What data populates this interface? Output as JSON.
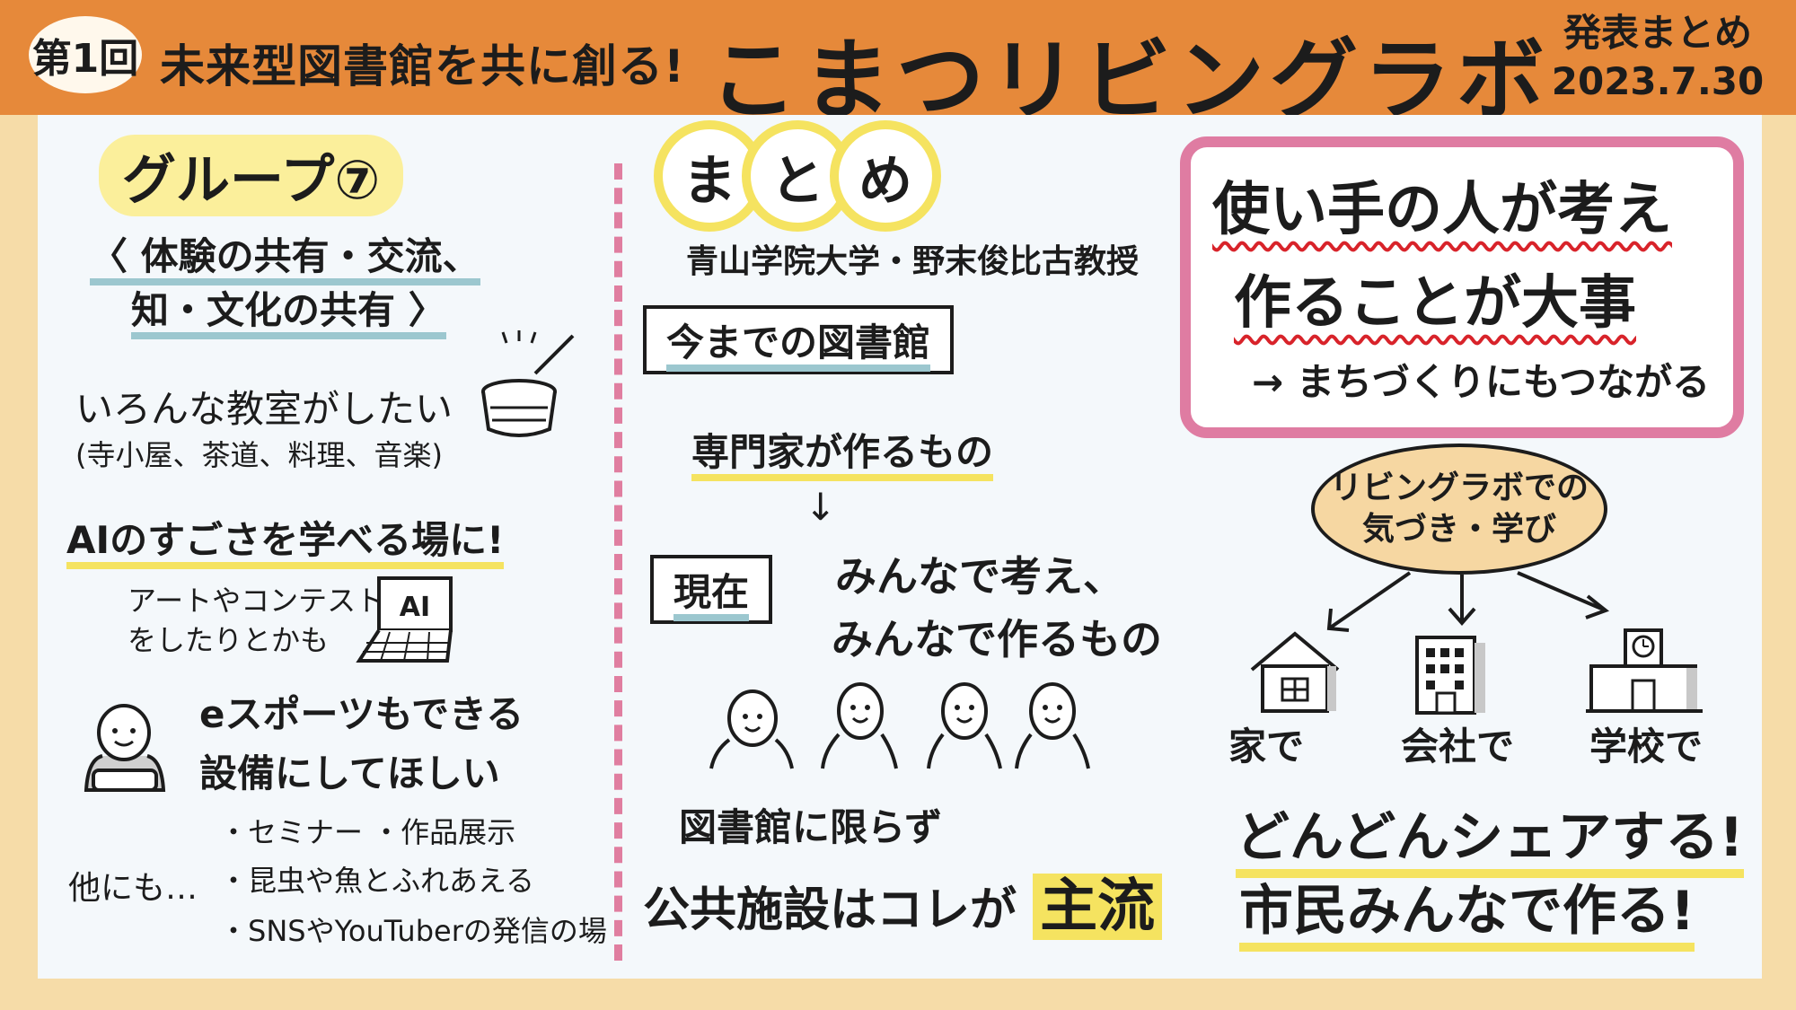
{
  "header": {
    "badge": "第1回",
    "subtitle": "未来型図書館を共に創る!",
    "title": "こまつリビングラボ",
    "summary_label": "発表まとめ",
    "date": "2023.7.30"
  },
  "group": {
    "title": "グループ⑦",
    "theme_line1": "〈 体験の共有・交流、",
    "theme_line2": "知・文化の共有 〉",
    "wish1_line1": "いろんな教室がしたい",
    "wish1_line2": "(寺小屋、茶道、料理、音楽)",
    "wish2_title": "AIのすごさを学べる場に!",
    "wish2_line1": "アートやコンテスト",
    "wish2_line2": "をしたりとかも",
    "wish3_line1": "eスポーツもできる",
    "wish3_line2": "設備にしてほしい",
    "others_label": "他にも…",
    "others_items": [
      "・セミナー ・作品展示",
      "・昆虫や魚とふれあえる",
      "・SNSやYouTuberの発信の場"
    ],
    "ai_label": "AI"
  },
  "summary": {
    "chars": [
      "ま",
      "と",
      "め"
    ],
    "speaker": "青山学院大学・野末俊比古教授",
    "past_label": "今までの図書館",
    "past_desc": "専門家が作るもの",
    "arrow": "↓",
    "now_label": "現在",
    "now_line1": "みんなで考え、",
    "now_line2": "みんなで作るもの",
    "not_only": "図書館に限らず",
    "mainstream_prefix": "公共施設はコレが",
    "mainstream_key": "主流"
  },
  "key": {
    "line1": "使い手の人が考え",
    "line2": "作ることが大事",
    "line3": "→ まちづくりにもつながる"
  },
  "learning": {
    "bubble_line1": "リビングラボでの",
    "bubble_line2": "気づき・学び",
    "places": [
      "家で",
      "会社で",
      "学校で"
    ],
    "closing1": "どんどんシェアする!",
    "closing2": "市民みんなで作る!"
  },
  "colors": {
    "header": "#e6893a",
    "background": "#f6dca8",
    "board": "#f4f8fb",
    "accent_pink": "#df7ca2",
    "highlight_yellow": "#f5e360",
    "underline_blue": "#9cc7cf",
    "wavy_red": "#d8232a"
  }
}
